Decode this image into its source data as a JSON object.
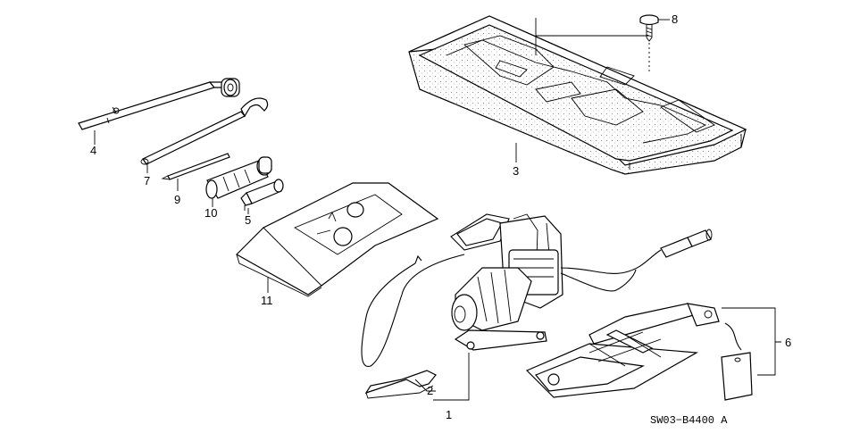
{
  "parts": [
    {
      "id": "1",
      "label": "1"
    },
    {
      "id": "2",
      "label": "2"
    },
    {
      "id": "3",
      "label": "3"
    },
    {
      "id": "4",
      "label": "4"
    },
    {
      "id": "5",
      "label": "5"
    },
    {
      "id": "6",
      "label": "6"
    },
    {
      "id": "7",
      "label": "7"
    },
    {
      "id": "8",
      "label": "8"
    },
    {
      "id": "9",
      "label": "9"
    },
    {
      "id": "10",
      "label": "10"
    },
    {
      "id": "11",
      "label": "11"
    }
  ],
  "diagram_code": "SW03−B4400 A"
}
